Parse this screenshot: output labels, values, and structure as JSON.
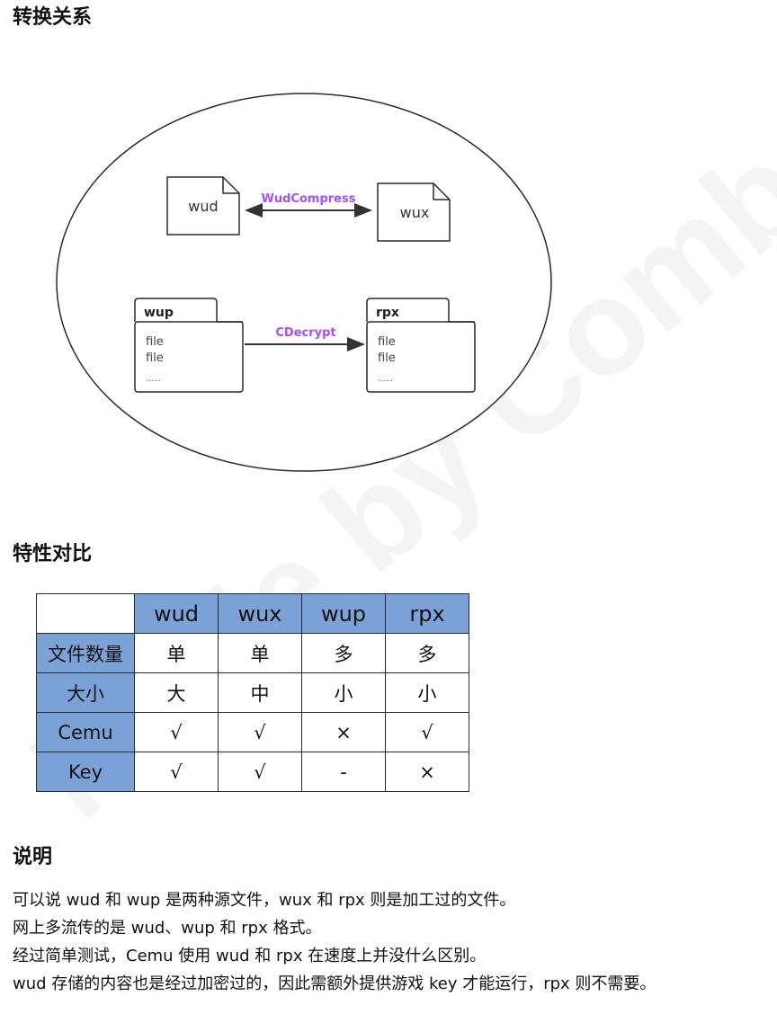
{
  "sections": {
    "conversion_title": "转换关系",
    "features_title": "特性对比",
    "description_title": "说明"
  },
  "diagram": {
    "wud_label": "wud",
    "wux_label": "wux",
    "compress_label": "WudCompress",
    "wup_title": "wup",
    "rpx_title": "rpx",
    "decrypt_label": "CDecrypt",
    "wup_lines": [
      "file",
      "file",
      "......"
    ],
    "rpx_lines": [
      "file",
      "file",
      "......"
    ],
    "arrow_label_color": "#a64dff"
  },
  "watermark": "Made by Combo",
  "table": {
    "columns": [
      "wud",
      "wux",
      "wup",
      "rpx"
    ],
    "rows": [
      {
        "label": "文件数量",
        "values": [
          "单",
          "单",
          "多",
          "多"
        ]
      },
      {
        "label": "大小",
        "values": [
          "大",
          "中",
          "小",
          "小"
        ]
      },
      {
        "label": "Cemu",
        "values": [
          "√",
          "√",
          "×",
          "√"
        ]
      },
      {
        "label": "Key",
        "values": [
          "√",
          "√",
          "-",
          "×"
        ]
      }
    ],
    "header_color": "#7ba2d6"
  },
  "description": {
    "lines": [
      "可以说 wud 和 wup 是两种源文件，wux 和 rpx 则是加工过的文件。",
      "网上多流传的是 wud、wup 和 rpx 格式。",
      "经过简单测试，Cemu 使用 wud 和 rpx 在速度上并没什么区别。",
      "wud 存储的内容也是经过加密过的，因此需额外提供游戏 key 才能运行，rpx 则不需要。"
    ]
  }
}
